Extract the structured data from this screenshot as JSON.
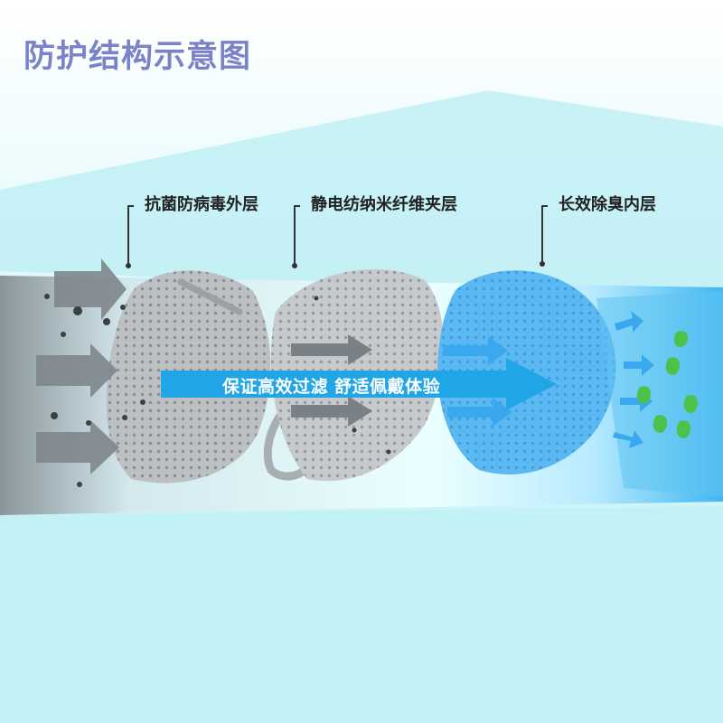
{
  "title": "防护结构示意图",
  "layers": [
    {
      "label": "抗菌防病毒外层"
    },
    {
      "label": "静电纺纳米纤维夹层"
    },
    {
      "label": "长效除臭内层"
    }
  ],
  "banner": "保证高效过滤 舒适佩戴体验",
  "colors": {
    "title": "#7a83c8",
    "background": "#c6f1f5",
    "outer_layer": "#b9bdc0",
    "middle_layer": "#c4c8cb",
    "inner_layer": "#4fb3ee",
    "banner": "#20a6e6",
    "leaf": "#4cc24a"
  },
  "icons": [
    "leaf-icon",
    "particle-icon",
    "arrow-icon"
  ]
}
